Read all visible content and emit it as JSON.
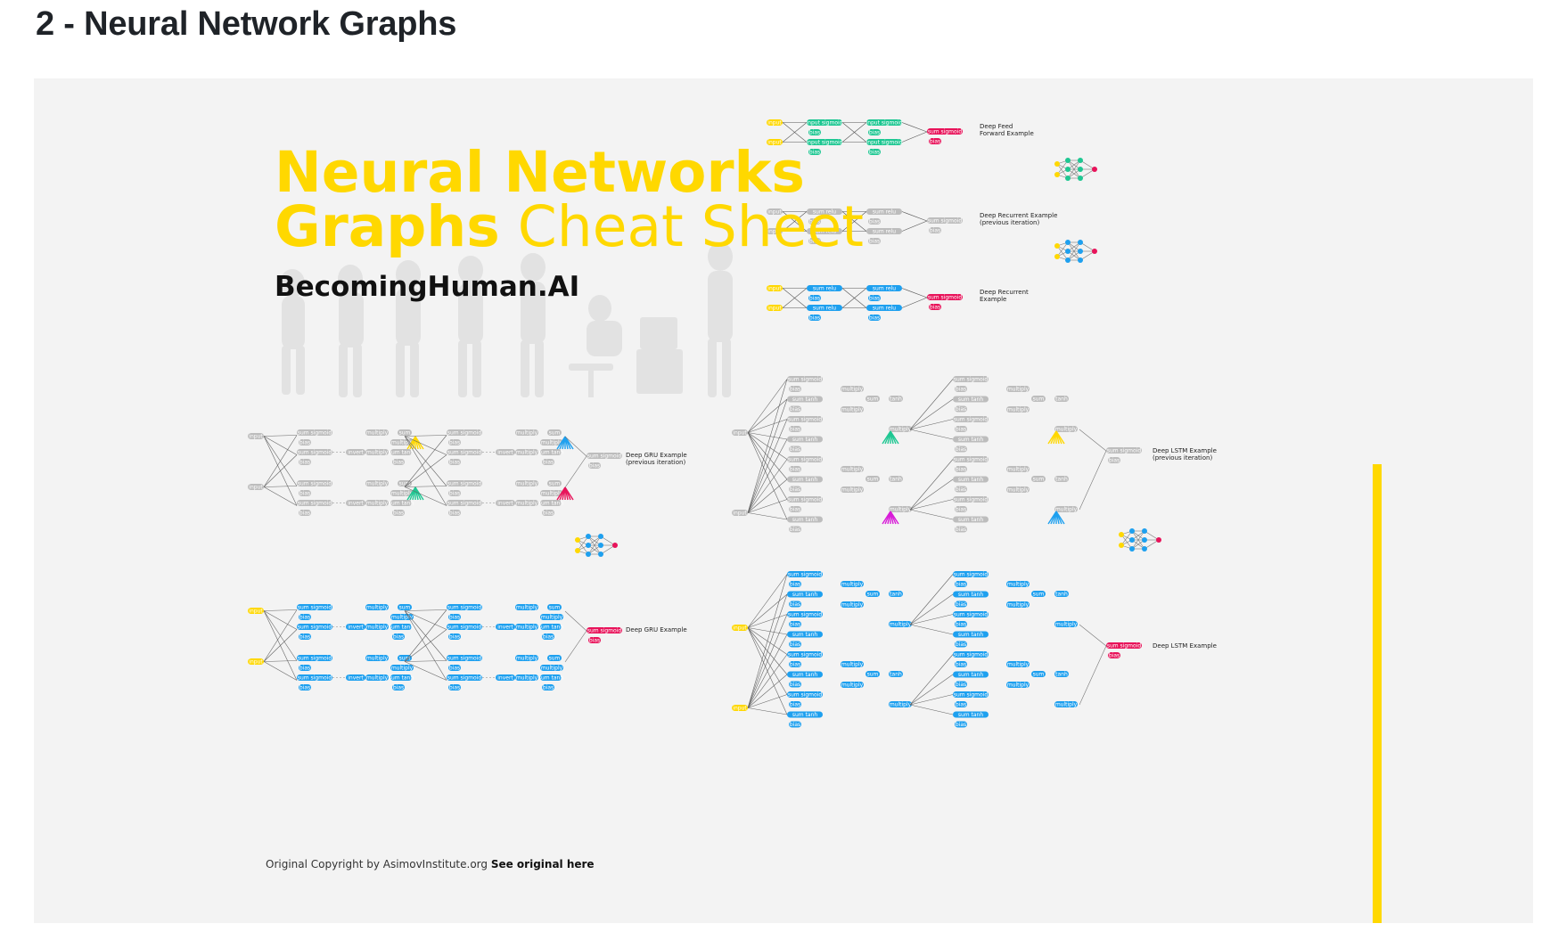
{
  "page": {
    "heading": "2 - Neural Network Graphs"
  },
  "cheatsheet": {
    "title_bold_1": "Neural Networks",
    "title_bold_2": "Graphs",
    "title_light_2": " Cheat Sheet",
    "brand": "BecomingHuman.AI",
    "copyright_prefix": "Original Copyright by AsimovInstitute.org ",
    "copyright_link": "See original here"
  },
  "colors": {
    "accent_yellow": "#ffd800",
    "green": "#1ec792",
    "blue": "#1ea0ef",
    "red": "#e8135a",
    "gray": "#bdbdbd",
    "magenta": "#d81bd8"
  },
  "node_labels": {
    "input": "input",
    "input_sigmoid": "input sigmoid",
    "sum_sigmoid": "sum sigmoid",
    "sum_relu": "sum relu",
    "sum_tanh": "sum tanh",
    "sum": "sum",
    "tanh": "tanh",
    "bias": "bias",
    "multiply": "multiply",
    "invert": "invert"
  },
  "diagram_labels": {
    "deep_feed_forward": [
      "Deep Feed",
      "Forward Example"
    ],
    "deep_recurrent_prev": [
      "Deep Recurrent Example",
      "(previous iteration)"
    ],
    "deep_recurrent": [
      "Deep Recurrent",
      "Example"
    ],
    "deep_gru_prev": [
      "Deep GRU Example",
      "(previous iteration)"
    ],
    "deep_gru": [
      "Deep GRU Example"
    ],
    "deep_lstm_prev": [
      "Deep LSTM Example",
      "(previous iteration)"
    ],
    "deep_lstm": [
      "Deep LSTM Example"
    ]
  },
  "icons": [
    "network-icon-green",
    "network-icon-blue",
    "network-icon-gru",
    "network-icon-lstm",
    "evolution-silhouette-image"
  ]
}
